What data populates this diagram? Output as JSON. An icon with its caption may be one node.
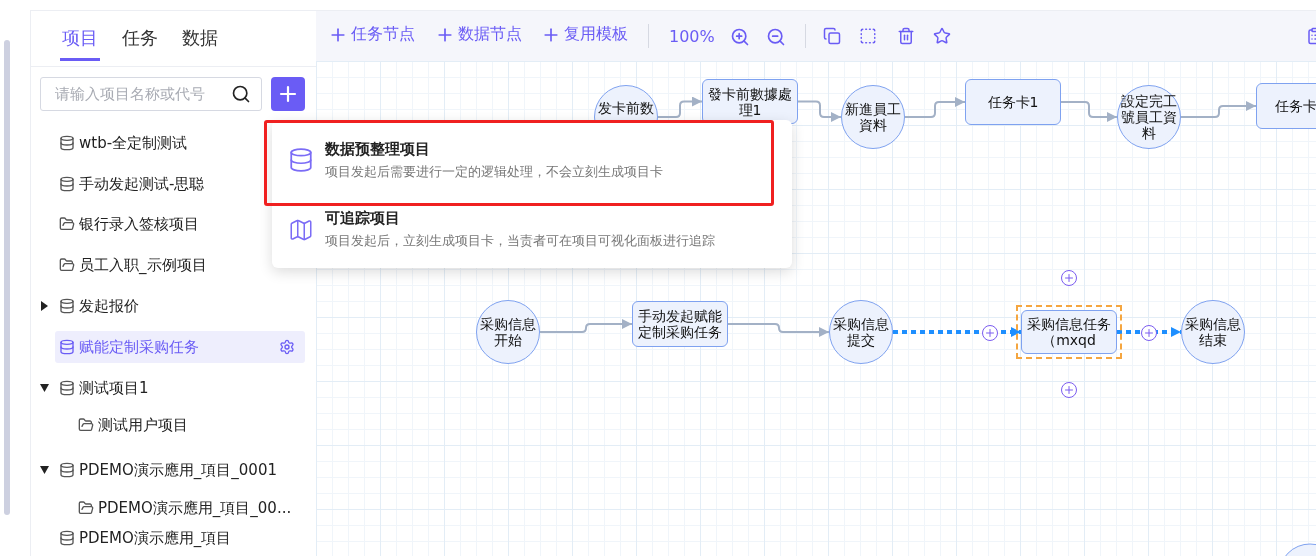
{
  "diagram": {
    "nodes": [
      {
        "text": [
          "发卡前数"
        ]
      },
      {
        "text": [
          "發卡前數據處理1"
        ]
      },
      {
        "text": [
          "新進員工資料"
        ]
      },
      {
        "text": [
          "任务卡1"
        ]
      },
      {
        "text": [
          "設定完工號員工資料"
        ]
      },
      {
        "text": [
          "任务卡"
        ]
      },
      {
        "text": [
          "采购信息开始"
        ]
      },
      {
        "text": [
          "手动发起赋能定制采购任务"
        ]
      },
      {
        "text": [
          "采购信息提交"
        ]
      },
      {
        "text": [
          "采购信息任务（mxqd"
        ]
      },
      {
        "text": [
          "采购信息结束"
        ]
      },
      {
        "text": [],
        "shape": "circle"
      }
    ],
    "edges": [
      {
        "from": 0,
        "to": 1,
        "arrow": "to"
      },
      {
        "from": 1,
        "to": 2,
        "arrow": "to"
      },
      {
        "from": 2,
        "to": 3,
        "arrow": "to"
      },
      {
        "from": 3,
        "to": 4,
        "arrow": "to"
      },
      {
        "from": 4,
        "to": 5,
        "arrow": "to"
      },
      {
        "from": 6,
        "to": 7,
        "arrow": "to"
      },
      {
        "from": 7,
        "to": 8,
        "arrow": "to"
      },
      {
        "from": 8,
        "to": 9,
        "arrow": "to",
        "style": "dashed",
        "color": "#1e8fff"
      },
      {
        "from": 9,
        "to": 10,
        "arrow": "to",
        "style": "dashed",
        "color": "#1e8fff"
      }
    ],
    "labels": [
      "项目",
      "任务",
      "数据",
      "请输入项目名称或代号",
      "wtb-全定制测试",
      "手动发起测试-思聪",
      "银行录入签核项目",
      "员工入职_示例项目",
      "发起报价",
      "赋能定制采购任务",
      "测试项目1",
      "测试用户项目",
      "PDEMO演示應用_項目_0001",
      "PDEMO演示應用_項目_00...",
      "PDEMO演示應用_項目",
      "任务节点",
      "数据节点",
      "复用模板",
      "100%",
      "数据预整理项目",
      "项目发起后需要进行一定的逻辑处理，不会立刻生成项目卡",
      "可追踪项目",
      "项目发起后，立刻生成项目卡，当责者可在项目可视化面板进行追踪"
    ]
  }
}
